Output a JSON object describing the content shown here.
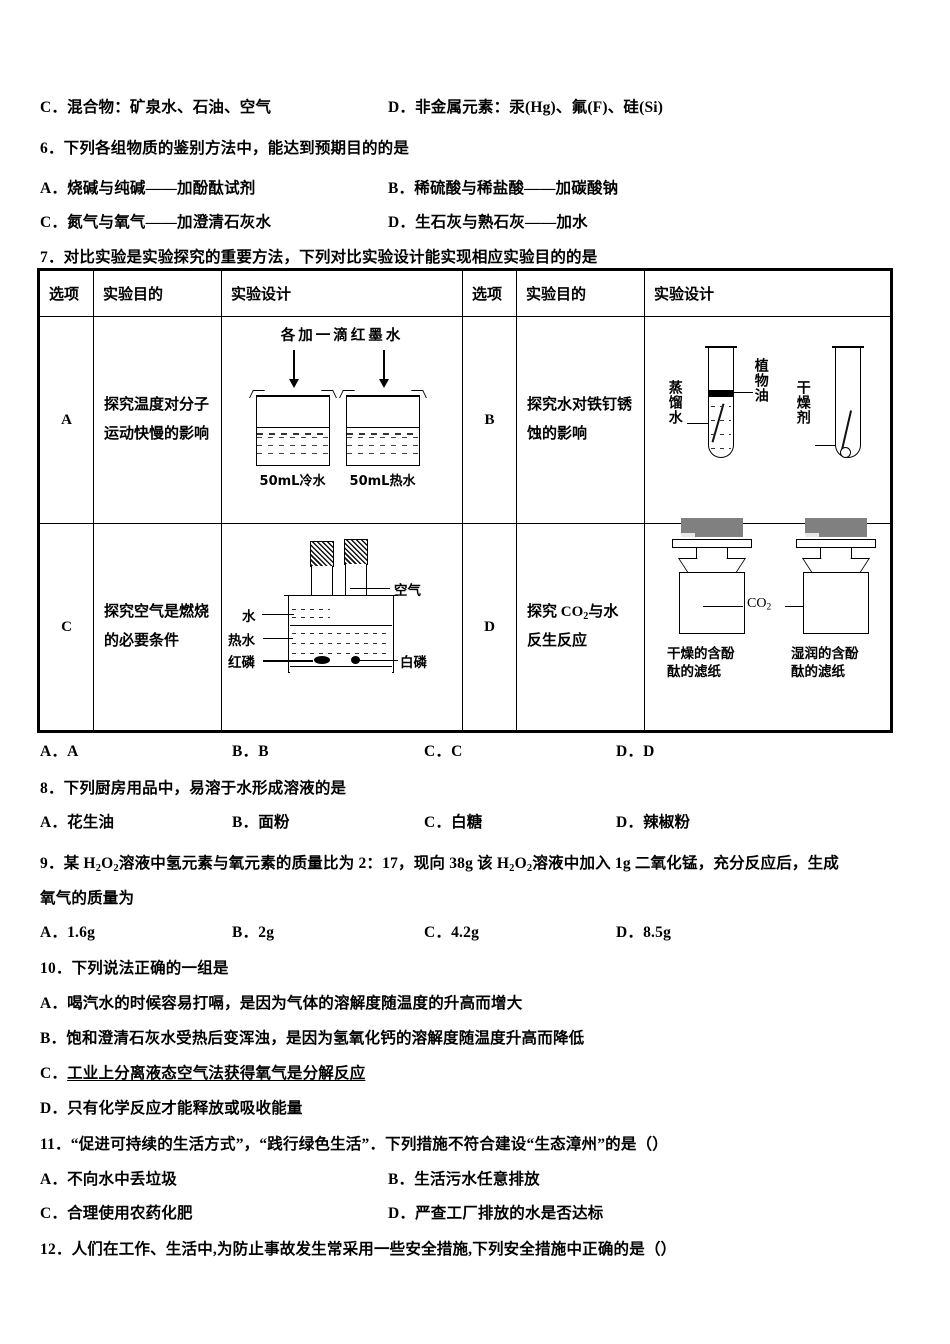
{
  "doc": {
    "q5_options": {
      "C": "C．混合物：矿泉水、石油、空气",
      "D": "D．非金属元素：汞(Hg)、氟(F)、硅(Si)"
    },
    "q6": {
      "stem": "6．下列各组物质的鉴别方法中，能达到预期目的的是",
      "A": "A．烧碱与纯碱——加酚酞试剂",
      "B": "B．稀硫酸与稀盐酸——加碳酸钠",
      "C": "C．氮气与氧气——加澄清石灰水",
      "D": "D．生石灰与熟石灰——加水"
    },
    "q7": {
      "stem": "7．对比实验是实验探究的重要方法，下列对比实验设计能实现相应实验目的的是",
      "table": {
        "headers": [
          "选项",
          "实验目的",
          "实验设计",
          "选项",
          "实验目的",
          "实验设计"
        ],
        "rowA": {
          "option": "A",
          "purpose": "探究温度对分子运动快慢的影响",
          "diagram": {
            "top_label": "各加一滴红墨水",
            "left_caption": "50mL冷水",
            "right_caption": "50mL热水"
          }
        },
        "rowB": {
          "option": "B",
          "purpose": "探究水对铁钉锈蚀的影响",
          "diagram": {
            "left_label": "蒸馏水",
            "top_label": "植物油",
            "right_label": "干燥剂"
          }
        },
        "rowC": {
          "option": "C",
          "purpose": "探究空气是燃烧的必要条件",
          "diagram": {
            "label_air": "空气",
            "label_water": "水",
            "label_hotwater": "热水",
            "label_red_p": "红磷",
            "label_white_p": "白磷"
          }
        },
        "rowD": {
          "option": "D",
          "purpose_part1": "探究 CO",
          "purpose_sub": "2",
          "purpose_part2": "与水",
          "purpose_line2": "反生反应",
          "diagram": {
            "gas_label": "CO",
            "gas_sub": "2",
            "left_caption_l1": "干燥的含酚",
            "left_caption_l2": "酞的滤纸",
            "right_caption_l1": "湿润的含酚",
            "right_caption_l2": "酞的滤纸"
          }
        }
      },
      "answers": [
        "A．A",
        "B．B",
        "C．C",
        "D．D"
      ]
    },
    "q8": {
      "stem": "8．下列厨房用品中，易溶于水形成溶液的是",
      "options": [
        "A．花生油",
        "B．面粉",
        "C．白糖",
        "D．辣椒粉"
      ]
    },
    "q9": {
      "stem_a": "9．某 H",
      "stem_sub1": "2",
      "stem_b": "O",
      "stem_sub2": "2",
      "stem_c": "溶液中氢元素与氧元素的质量比为 2：17，现向 38g 该 H",
      "stem_sub3": "2",
      "stem_d": "O",
      "stem_sub4": "2",
      "stem_e": "溶液中加入 1g 二氧化锰，充分反应后，生成",
      "stem_line2": "氧气的质量为",
      "options": [
        "A．1.6g",
        "B．2g",
        "C．4.2g",
        "D．8.5g"
      ]
    },
    "q10": {
      "stem": "10．下列说法正确的一组是",
      "A": "A．喝汽水的时候容易打嗝，是因为气体的溶解度随温度的升高而增大",
      "B": "B．饱和澄清石灰水受热后变浑浊，是因为氢氧化钙的溶解度随温度升高而降低",
      "C_prefix": "C．",
      "C_underlined": "工业上分离液态空气法获得氧气是分解反应",
      "D": "D．只有化学反应才能释放或吸收能量"
    },
    "q11": {
      "stem": "11．“促进可持续的生活方式”，“践行绿色生活”．下列措施不符合建设“生态漳州”的是（）",
      "A": "A．不向水中丢垃圾",
      "B": "B．生活污水任意排放",
      "C": "C．合理使用农药化肥",
      "D": "D．严查工厂排放的水是否达标"
    },
    "q12": {
      "stem": "12．人们在工作、生活中,为防止事故发生常采用一些安全措施,下列安全措施中正确的是（）"
    }
  }
}
